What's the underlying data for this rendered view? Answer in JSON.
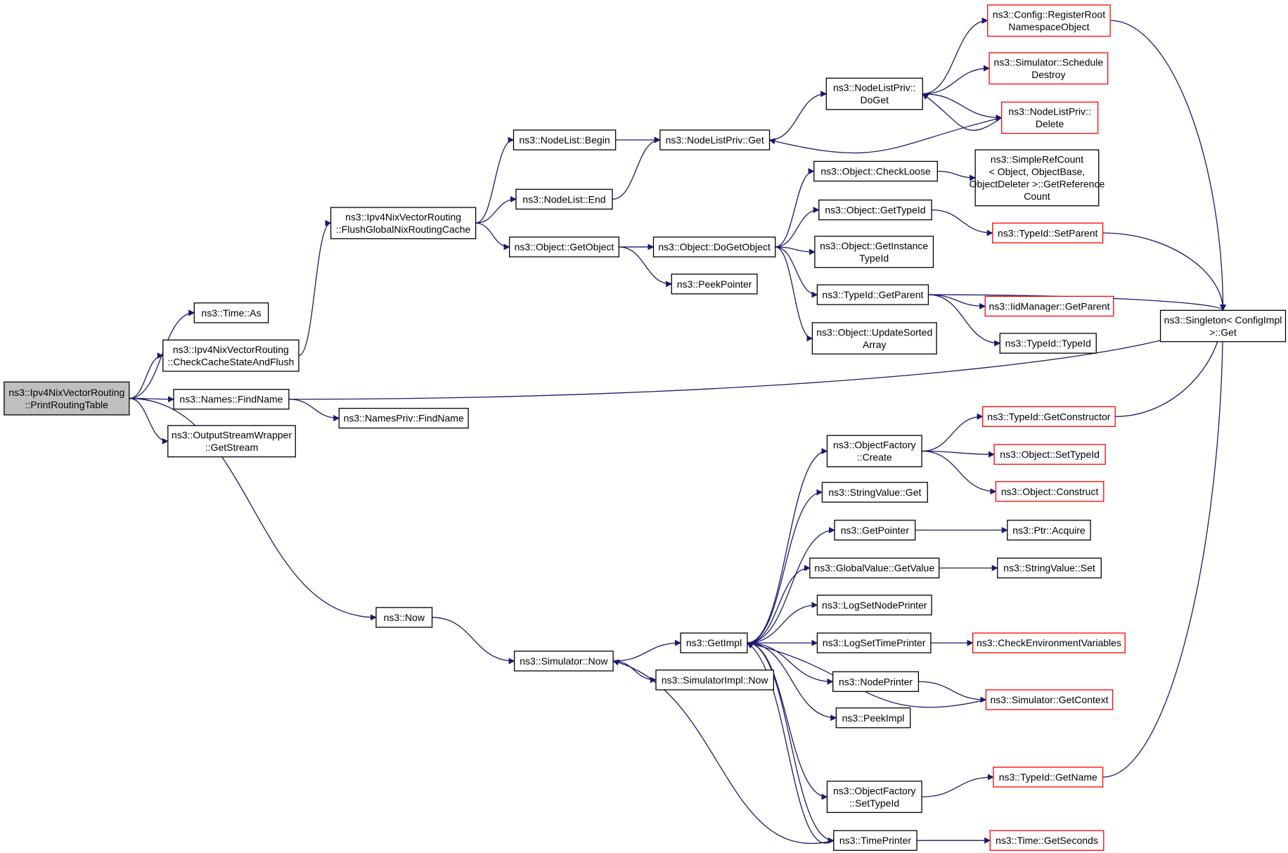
{
  "colors": {
    "edge": "#191970",
    "node_border": "#000000",
    "truncated_border": "#ff0000",
    "root_fill": "#bfbfbf",
    "node_fill": "#ffffff"
  },
  "nodes": [
    {
      "id": "root",
      "lines": [
        "ns3::Ipv4NixVectorRouting",
        "::PrintRoutingTable"
      ],
      "style": "root"
    },
    {
      "id": "time_as",
      "lines": [
        "ns3::Time::As"
      ],
      "style": "normal"
    },
    {
      "id": "check_cache",
      "lines": [
        "ns3::Ipv4NixVectorRouting",
        "::CheckCacheStateAndFlush"
      ],
      "style": "normal"
    },
    {
      "id": "names_findname",
      "lines": [
        "ns3::Names::FindName"
      ],
      "style": "normal"
    },
    {
      "id": "ostream_getstream",
      "lines": [
        "ns3::OutputStreamWrapper",
        "::GetStream"
      ],
      "style": "normal"
    },
    {
      "id": "now",
      "lines": [
        "ns3::Now"
      ],
      "style": "normal"
    },
    {
      "id": "flush_global",
      "lines": [
        "ns3::Ipv4NixVectorRouting",
        "::FlushGlobalNixRoutingCache"
      ],
      "style": "normal"
    },
    {
      "id": "namespriv_findname",
      "lines": [
        "ns3::NamesPriv::FindName"
      ],
      "style": "normal"
    },
    {
      "id": "simulator_now",
      "lines": [
        "ns3::Simulator::Now"
      ],
      "style": "normal"
    },
    {
      "id": "nodelist_begin",
      "lines": [
        "ns3::NodeList::Begin"
      ],
      "style": "normal"
    },
    {
      "id": "nodelist_end",
      "lines": [
        "ns3::NodeList::End"
      ],
      "style": "normal"
    },
    {
      "id": "object_getobject",
      "lines": [
        "ns3::Object::GetObject"
      ],
      "style": "normal"
    },
    {
      "id": "nodelistpriv_get",
      "lines": [
        "ns3::NodeListPriv::Get"
      ],
      "style": "normal"
    },
    {
      "id": "object_dogetobject",
      "lines": [
        "ns3::Object::DoGetObject"
      ],
      "style": "normal"
    },
    {
      "id": "peekpointer",
      "lines": [
        "ns3::PeekPointer"
      ],
      "style": "normal"
    },
    {
      "id": "getimpl",
      "lines": [
        "ns3::GetImpl"
      ],
      "style": "normal"
    },
    {
      "id": "simulatorimpl_now",
      "lines": [
        "ns3::SimulatorImpl::Now"
      ],
      "style": "normal"
    },
    {
      "id": "nodelistpriv_doget",
      "lines": [
        "ns3::NodeListPriv::",
        "DoGet"
      ],
      "style": "normal"
    },
    {
      "id": "object_checkloose",
      "lines": [
        "ns3::Object::CheckLoose"
      ],
      "style": "normal"
    },
    {
      "id": "object_gettypeid",
      "lines": [
        "ns3::Object::GetTypeId"
      ],
      "style": "normal"
    },
    {
      "id": "object_getinstancetypeid",
      "lines": [
        "ns3::Object::GetInstance",
        "TypeId"
      ],
      "style": "normal"
    },
    {
      "id": "typeid_getparent",
      "lines": [
        "ns3::TypeId::GetParent"
      ],
      "style": "normal"
    },
    {
      "id": "object_updatesorted",
      "lines": [
        "ns3::Object::UpdateSorted",
        "Array"
      ],
      "style": "normal"
    },
    {
      "id": "objectfactory_create",
      "lines": [
        "ns3::ObjectFactory",
        "::Create"
      ],
      "style": "normal"
    },
    {
      "id": "stringvalue_get",
      "lines": [
        "ns3::StringValue::Get"
      ],
      "style": "normal"
    },
    {
      "id": "getpointer",
      "lines": [
        "ns3::GetPointer"
      ],
      "style": "normal"
    },
    {
      "id": "globalvalue_getvalue",
      "lines": [
        "ns3::GlobalValue::GetValue"
      ],
      "style": "normal"
    },
    {
      "id": "lognodeprinter",
      "lines": [
        "ns3::LogSetNodePrinter"
      ],
      "style": "normal"
    },
    {
      "id": "logsettimeprinter",
      "lines": [
        "ns3::LogSetTimePrinter"
      ],
      "style": "normal"
    },
    {
      "id": "nodeprinter",
      "lines": [
        "ns3::NodePrinter"
      ],
      "style": "normal"
    },
    {
      "id": "peekimpl",
      "lines": [
        "ns3::PeekImpl"
      ],
      "style": "normal"
    },
    {
      "id": "objectfactory_settypeid",
      "lines": [
        "ns3::ObjectFactory",
        "::SetTypeId"
      ],
      "style": "normal"
    },
    {
      "id": "timeprinter",
      "lines": [
        "ns3::TimePrinter"
      ],
      "style": "normal"
    },
    {
      "id": "config_registerroot",
      "lines": [
        "ns3::Config::RegisterRoot",
        "NamespaceObject"
      ],
      "style": "truncated"
    },
    {
      "id": "simulator_scheduledestroy",
      "lines": [
        "ns3::Simulator::Schedule",
        "Destroy"
      ],
      "style": "truncated"
    },
    {
      "id": "nodelistpriv_delete",
      "lines": [
        "ns3::NodeListPriv::",
        "Delete"
      ],
      "style": "truncated"
    },
    {
      "id": "simplerefcount",
      "lines": [
        "ns3::SimpleRefCount",
        "< Object, ObjectBase,",
        "ObjectDeleter >::GetReference",
        "Count"
      ],
      "style": "normal"
    },
    {
      "id": "typeid_setparent",
      "lines": [
        "ns3::TypeId::SetParent"
      ],
      "style": "truncated"
    },
    {
      "id": "iidmanager_getparent",
      "lines": [
        "ns3::IidManager::GetParent"
      ],
      "style": "truncated"
    },
    {
      "id": "typeid_typeid",
      "lines": [
        "ns3::TypeId::TypeId"
      ],
      "style": "normal"
    },
    {
      "id": "singleton_get",
      "lines": [
        "ns3::Singleton< ConfigImpl",
        " >::Get"
      ],
      "style": "normal"
    },
    {
      "id": "typeid_getconstructor",
      "lines": [
        "ns3::TypeId::GetConstructor"
      ],
      "style": "truncated"
    },
    {
      "id": "object_settypeid",
      "lines": [
        "ns3::Object::SetTypeId"
      ],
      "style": "truncated"
    },
    {
      "id": "object_construct",
      "lines": [
        "ns3::Object::Construct"
      ],
      "style": "truncated"
    },
    {
      "id": "ptr_acquire",
      "lines": [
        "ns3::Ptr::Acquire"
      ],
      "style": "normal"
    },
    {
      "id": "stringvalue_set",
      "lines": [
        "ns3::StringValue::Set"
      ],
      "style": "normal"
    },
    {
      "id": "checkenv",
      "lines": [
        "ns3::CheckEnvironmentVariables"
      ],
      "style": "truncated"
    },
    {
      "id": "simulator_getcontext",
      "lines": [
        "ns3::Simulator::GetContext"
      ],
      "style": "truncated"
    },
    {
      "id": "typeid_getname",
      "lines": [
        "ns3::TypeId::GetName"
      ],
      "style": "truncated"
    },
    {
      "id": "time_getseconds",
      "lines": [
        "ns3::Time::GetSeconds"
      ],
      "style": "truncated"
    }
  ],
  "edges": [
    [
      "root",
      "time_as"
    ],
    [
      "root",
      "check_cache"
    ],
    [
      "root",
      "names_findname"
    ],
    [
      "root",
      "ostream_getstream"
    ],
    [
      "root",
      "now"
    ],
    [
      "check_cache",
      "flush_global"
    ],
    [
      "flush_global",
      "nodelist_begin"
    ],
    [
      "flush_global",
      "nodelist_end"
    ],
    [
      "flush_global",
      "object_getobject"
    ],
    [
      "nodelist_begin",
      "nodelistpriv_get"
    ],
    [
      "nodelist_end",
      "nodelistpriv_get"
    ],
    [
      "nodelistpriv_get",
      "nodelistpriv_doget"
    ],
    [
      "nodelistpriv_doget",
      "config_registerroot"
    ],
    [
      "nodelistpriv_doget",
      "simulator_scheduledestroy"
    ],
    [
      "nodelistpriv_doget",
      "nodelistpriv_delete"
    ],
    [
      "nodelistpriv_delete",
      "nodelistpriv_doget"
    ],
    [
      "nodelistpriv_delete",
      "nodelistpriv_get"
    ],
    [
      "config_registerroot",
      "singleton_get"
    ],
    [
      "object_getobject",
      "object_dogetobject"
    ],
    [
      "object_getobject",
      "peekpointer"
    ],
    [
      "object_dogetobject",
      "object_checkloose"
    ],
    [
      "object_dogetobject",
      "object_gettypeid"
    ],
    [
      "object_dogetobject",
      "object_getinstancetypeid"
    ],
    [
      "object_dogetobject",
      "typeid_getparent"
    ],
    [
      "object_dogetobject",
      "object_updatesorted"
    ],
    [
      "object_checkloose",
      "simplerefcount"
    ],
    [
      "object_gettypeid",
      "typeid_setparent"
    ],
    [
      "typeid_setparent",
      "singleton_get"
    ],
    [
      "typeid_getparent",
      "singleton_get"
    ],
    [
      "typeid_getparent",
      "iidmanager_getparent"
    ],
    [
      "typeid_getparent",
      "typeid_typeid"
    ],
    [
      "names_findname",
      "singleton_get"
    ],
    [
      "names_findname",
      "namespriv_findname"
    ],
    [
      "now",
      "simulator_now"
    ],
    [
      "simulator_now",
      "getimpl"
    ],
    [
      "simulator_now",
      "simulatorimpl_now"
    ],
    [
      "getimpl",
      "objectfactory_create"
    ],
    [
      "getimpl",
      "stringvalue_get"
    ],
    [
      "getimpl",
      "getpointer"
    ],
    [
      "getimpl",
      "globalvalue_getvalue"
    ],
    [
      "getimpl",
      "lognodeprinter"
    ],
    [
      "getimpl",
      "logsettimeprinter"
    ],
    [
      "getimpl",
      "nodeprinter"
    ],
    [
      "getimpl",
      "peekimpl"
    ],
    [
      "getimpl",
      "objectfactory_settypeid"
    ],
    [
      "getimpl",
      "timeprinter"
    ],
    [
      "objectfactory_create",
      "typeid_getconstructor"
    ],
    [
      "objectfactory_create",
      "object_settypeid"
    ],
    [
      "objectfactory_create",
      "object_construct"
    ],
    [
      "typeid_getconstructor",
      "singleton_get"
    ],
    [
      "getpointer",
      "ptr_acquire"
    ],
    [
      "globalvalue_getvalue",
      "stringvalue_set"
    ],
    [
      "logsettimeprinter",
      "checkenv"
    ],
    [
      "nodeprinter",
      "simulator_getcontext"
    ],
    [
      "simulator_getcontext",
      "getimpl"
    ],
    [
      "objectfactory_settypeid",
      "typeid_getname"
    ],
    [
      "typeid_getname",
      "singleton_get"
    ],
    [
      "timeprinter",
      "time_getseconds"
    ],
    [
      "timeprinter",
      "simulator_now"
    ],
    [
      "timeprinter",
      "getimpl"
    ]
  ]
}
